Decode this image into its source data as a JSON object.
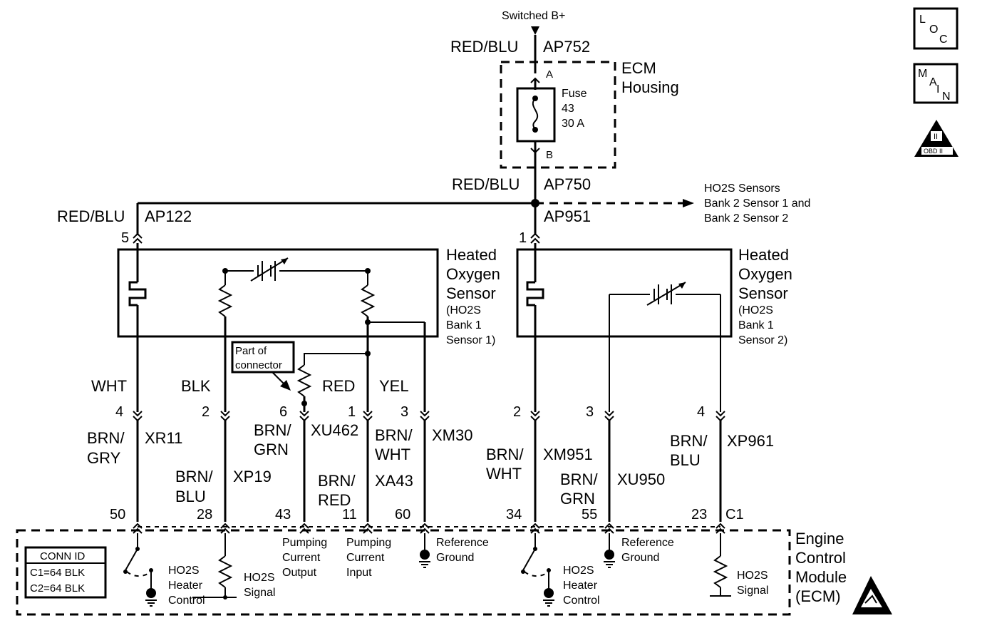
{
  "power": {
    "source": "Switched B+",
    "wire_top": "RED/BLU",
    "circuit_top": "AP752",
    "housing_label_1": "ECM",
    "housing_label_2": "Housing",
    "fuse_pin_a": "A",
    "fuse_pin_b": "B",
    "fuse_name": "Fuse",
    "fuse_number": "43",
    "fuse_rating": "30 A",
    "wire_mid": "RED/BLU",
    "circuit_mid": "AP750",
    "wire_left": "RED/BLU",
    "circuit_left": "AP122",
    "circuit_right": "AP951",
    "pin_left": "5",
    "pin_right": "1",
    "offpage_1": "HO2S Sensors",
    "offpage_2": "Bank 2 Sensor 1 and",
    "offpage_3": "Bank 2 Sensor 2"
  },
  "sensor1": {
    "name_1": "Heated",
    "name_2": "Oxygen",
    "name_3": "Sensor",
    "name_4": "(HO2S",
    "name_5": "Bank 1",
    "name_6": "Sensor 1)",
    "part_of_1": "Part of",
    "part_of_2": "connector",
    "wires": [
      {
        "color": "WHT",
        "pin": "4",
        "ecm_color_1": "BRN/",
        "ecm_color_2": "GRY",
        "circuit": "XR11",
        "ecm_pin": "50"
      },
      {
        "color": "BLK",
        "pin": "2",
        "ecm_color_1": "BRN/",
        "ecm_color_2": "BLU",
        "circuit": "XP19",
        "ecm_pin": "28"
      },
      {
        "color": "",
        "pin": "6",
        "ecm_color_1": "BRN/",
        "ecm_color_2": "GRN",
        "circuit": "XU462",
        "ecm_pin": "43"
      },
      {
        "color": "RED",
        "pin": "1",
        "ecm_color_1": "BRN/",
        "ecm_color_2": "RED",
        "circuit": "XA43",
        "ecm_pin": "11"
      },
      {
        "color": "YEL",
        "pin": "3",
        "ecm_color_1": "BRN/",
        "ecm_color_2": "WHT",
        "circuit": "XM30",
        "ecm_pin": "60"
      }
    ]
  },
  "sensor2": {
    "name_1": "Heated",
    "name_2": "Oxygen",
    "name_3": "Sensor",
    "name_4": "(HO2S",
    "name_5": "Bank 1",
    "name_6": "Sensor 2)",
    "wires": [
      {
        "pin": "2",
        "ecm_color_1": "BRN/",
        "ecm_color_2": "WHT",
        "circuit": "XM951",
        "ecm_pin": "34"
      },
      {
        "pin": "3",
        "ecm_color_1": "BRN/",
        "ecm_color_2": "GRN",
        "circuit": "XU950",
        "ecm_pin": "55"
      },
      {
        "pin": "4",
        "ecm_color_1": "BRN/",
        "ecm_color_2": "BLU",
        "circuit": "XP961",
        "ecm_pin": "23"
      }
    ],
    "connector": "C1"
  },
  "ecm": {
    "label_1": "Engine",
    "label_2": "Control",
    "label_3": "Module",
    "label_4": "(ECM)",
    "conn_id_title": "CONN ID",
    "conn_c1": "C1=64 BLK",
    "conn_c2": "C2=64 BLK",
    "heater_ctrl_1": "HO2S",
    "heater_ctrl_2": "Heater",
    "heater_ctrl_3": "Control",
    "signal_1": "HO2S",
    "signal_2": "Signal",
    "pump_out_1": "Pumping",
    "pump_out_2": "Current",
    "pump_out_3": "Output",
    "pump_in_1": "Pumping",
    "pump_in_2": "Current",
    "pump_in_3": "Input",
    "ref_gnd_1": "Reference",
    "ref_gnd_2": "Ground"
  },
  "icons": {
    "loc_l": "L",
    "loc_o": "O",
    "loc_c": "C",
    "main_m": "M",
    "main_a": "A",
    "main_i": "I",
    "main_n": "N",
    "obd_top": "II",
    "obd_bottom": "OBD II"
  }
}
